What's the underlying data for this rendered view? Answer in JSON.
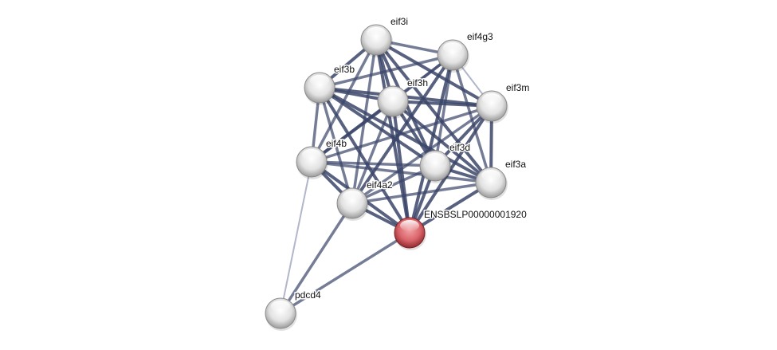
{
  "network": {
    "query_node": "ENSBSLP00000001920",
    "colors": {
      "query": "#d9555a",
      "node": "#e0e0e0",
      "edge": "#3b4569",
      "edge_weak": "#a9aec4"
    },
    "nodes": [
      {
        "id": "eif3i",
        "label": "eif3i"
      },
      {
        "id": "eif4g3",
        "label": "eif4g3"
      },
      {
        "id": "eif3b",
        "label": "eif3b"
      },
      {
        "id": "eif3h",
        "label": "eif3h"
      },
      {
        "id": "eif3m",
        "label": "eif3m"
      },
      {
        "id": "eif4b",
        "label": "eif4b"
      },
      {
        "id": "eif3d",
        "label": "eif3d"
      },
      {
        "id": "eif3a",
        "label": "eif3a"
      },
      {
        "id": "eif4a2",
        "label": "eif4a2"
      },
      {
        "id": "ENSBSLP00000001920",
        "label": "ENSBSLP00000001920"
      },
      {
        "id": "pdcd4",
        "label": "pdcd4"
      }
    ],
    "edges": [
      [
        "eif3i",
        "eif4g3",
        "medium"
      ],
      [
        "eif3i",
        "eif3b",
        "strong"
      ],
      [
        "eif3i",
        "eif3h",
        "strong"
      ],
      [
        "eif3i",
        "eif3m",
        "strong"
      ],
      [
        "eif3i",
        "eif4b",
        "medium"
      ],
      [
        "eif3i",
        "eif3d",
        "strong"
      ],
      [
        "eif3i",
        "eif3a",
        "strong"
      ],
      [
        "eif3i",
        "eif4a2",
        "medium"
      ],
      [
        "eif3i",
        "ENSBSLP00000001920",
        "strong"
      ],
      [
        "eif4g3",
        "eif3b",
        "medium"
      ],
      [
        "eif4g3",
        "eif3h",
        "medium"
      ],
      [
        "eif4g3",
        "eif3m",
        "weak"
      ],
      [
        "eif4g3",
        "eif4b",
        "medium"
      ],
      [
        "eif4g3",
        "eif3d",
        "medium"
      ],
      [
        "eif4g3",
        "eif3a",
        "medium"
      ],
      [
        "eif4g3",
        "eif4a2",
        "strong"
      ],
      [
        "eif4g3",
        "ENSBSLP00000001920",
        "strong"
      ],
      [
        "eif3b",
        "eif3h",
        "strong"
      ],
      [
        "eif3b",
        "eif3m",
        "strong"
      ],
      [
        "eif3b",
        "eif4b",
        "medium"
      ],
      [
        "eif3b",
        "eif3d",
        "strong"
      ],
      [
        "eif3b",
        "eif3a",
        "strong"
      ],
      [
        "eif3b",
        "eif4a2",
        "medium"
      ],
      [
        "eif3b",
        "ENSBSLP00000001920",
        "strong"
      ],
      [
        "eif3h",
        "eif3m",
        "strong"
      ],
      [
        "eif3h",
        "eif4b",
        "strong"
      ],
      [
        "eif3h",
        "eif3d",
        "strong"
      ],
      [
        "eif3h",
        "eif3a",
        "strong"
      ],
      [
        "eif3h",
        "eif4a2",
        "medium"
      ],
      [
        "eif3h",
        "ENSBSLP00000001920",
        "strong"
      ],
      [
        "eif3m",
        "eif4b",
        "medium"
      ],
      [
        "eif3m",
        "eif3d",
        "strong"
      ],
      [
        "eif3m",
        "eif3a",
        "strong"
      ],
      [
        "eif3m",
        "eif4a2",
        "medium"
      ],
      [
        "eif3m",
        "ENSBSLP00000001920",
        "strong"
      ],
      [
        "eif4b",
        "eif3d",
        "medium"
      ],
      [
        "eif4b",
        "eif3a",
        "medium"
      ],
      [
        "eif4b",
        "eif4a2",
        "strong"
      ],
      [
        "eif4b",
        "ENSBSLP00000001920",
        "strong"
      ],
      [
        "eif4b",
        "pdcd4",
        "weak"
      ],
      [
        "eif3d",
        "eif3a",
        "strong"
      ],
      [
        "eif3d",
        "eif4a2",
        "medium"
      ],
      [
        "eif3d",
        "ENSBSLP00000001920",
        "strong"
      ],
      [
        "eif3a",
        "eif4a2",
        "medium"
      ],
      [
        "eif3a",
        "ENSBSLP00000001920",
        "strong"
      ],
      [
        "eif4a2",
        "ENSBSLP00000001920",
        "strong"
      ],
      [
        "eif4a2",
        "pdcd4",
        "medium"
      ],
      [
        "ENSBSLP00000001920",
        "pdcd4",
        "medium"
      ]
    ]
  }
}
